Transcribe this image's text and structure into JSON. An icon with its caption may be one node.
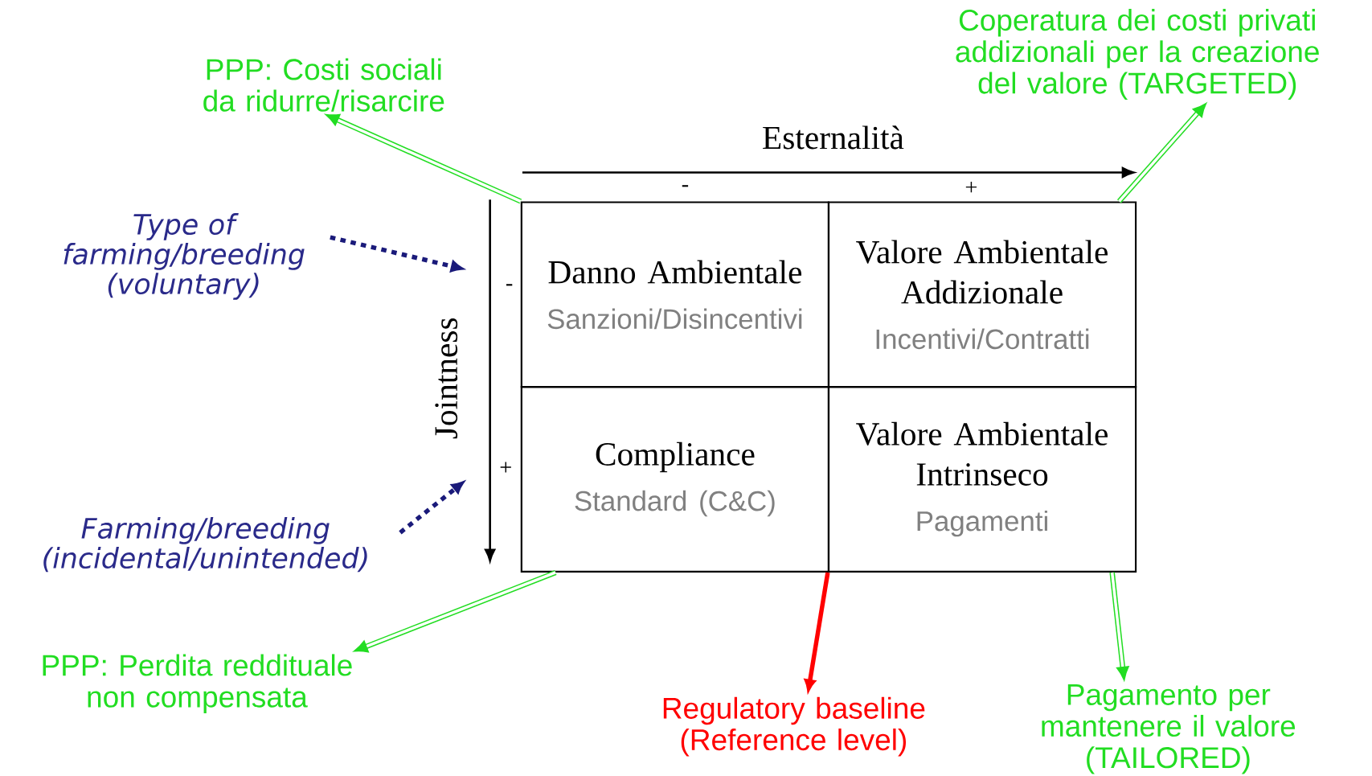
{
  "diagram": {
    "nodes": [
      {
        "text": [
          "Danno Ambientale",
          "Sanzioni/Disincentivi"
        ]
      },
      {
        "text": [
          "Valore Ambientale Addizionale",
          "Incentivi/Contratti"
        ]
      },
      {
        "text": [
          "Compliance",
          "Standard (C&C)"
        ]
      },
      {
        "text": [
          "Valore Ambientale Intrinseco",
          "Pagamenti"
        ]
      },
      {
        "text": [
          "PPP: Costi sociali da ridurre/risarcire"
        ]
      },
      {
        "text": [
          "Coperatura dei costi privati addizionali per la creazione del valore (TARGETED)"
        ]
      },
      {
        "text": [
          "Type of farming/breeding (voluntary)"
        ]
      },
      {
        "text": [
          "Farming/breeding (incidental/unintended)"
        ]
      },
      {
        "text": [
          "PPP: Perdita reddituale non compensata"
        ]
      },
      {
        "text": [
          "Regulatory baseline (Reference level)"
        ]
      },
      {
        "text": [
          "Pagamento per mantenere il valore (TAILORED)"
        ]
      }
    ],
    "edges": [
      {
        "from": 0,
        "to": 4,
        "arrow": "to"
      },
      {
        "from": 1,
        "to": 5,
        "arrow": "to"
      },
      {
        "from": 6,
        "to": null,
        "arrow": "to",
        "style": "dashed",
        "color": "#1a1a7a"
      },
      {
        "from": 7,
        "to": null,
        "arrow": "to",
        "style": "dashed",
        "color": "#1a1a7a"
      },
      {
        "from": 2,
        "to": 8,
        "arrow": "to"
      },
      {
        "from": 3,
        "to": 9,
        "arrow": "to",
        "color": "#ff0000"
      },
      {
        "from": 3,
        "to": 10,
        "arrow": "to"
      }
    ],
    "labels": [
      "Esternalità",
      "-",
      "+",
      "Jointness",
      "-",
      "+"
    ]
  }
}
